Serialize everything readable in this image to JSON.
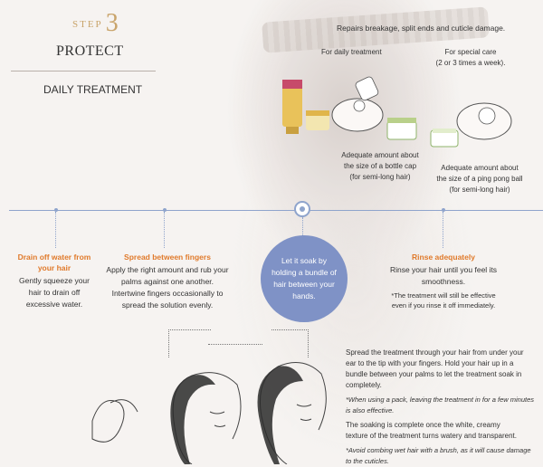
{
  "header": {
    "step_label": "STEP",
    "step_number": "3",
    "title": "PROTECT",
    "subtitle": "DAILY TREATMENT"
  },
  "top_info": {
    "headline": "Repairs breakage, split ends and cuticle damage.",
    "daily_label": "For daily treatment",
    "special_label_1": "For special care",
    "special_label_2": "(2 or 3 times a week).",
    "daily_amount_1": "Adequate amount about",
    "daily_amount_2": "the size of a bottle cap",
    "daily_amount_3": "(for semi-long hair)",
    "special_amount_1": "Adequate amount about",
    "special_amount_2": "the size of a ping pong ball",
    "special_amount_3": "(for semi-long hair)"
  },
  "steps": {
    "step1_title_1": "Drain off water from",
    "step1_title_2": "your hair",
    "step1_text_1": "Gently squeeze your",
    "step1_text_2": "hair to drain off",
    "step1_text_3": "excessive water.",
    "step2_title": "Spread between fingers",
    "step2_text_1": "Apply the right amount and rub your",
    "step2_text_2": "palms against one another.",
    "step2_text_3": "Intertwine fingers occasionally to",
    "step2_text_4": "spread the solution evenly.",
    "step3_text_1": "Let it soak by",
    "step3_text_2": "holding a bundle of",
    "step3_text_3": "hair between your",
    "step3_text_4": "hands.",
    "step4_title": "Rinse adequately",
    "step4_text_1": "Rinse your hair until you feel its",
    "step4_text_2": "smoothness.",
    "step4_note_1": "*The treatment will still be effective",
    "step4_note_2": "even if you rinse it off immediately."
  },
  "detail": {
    "p1_1": "Spread the treatment through your hair from under your",
    "p1_2": "ear to the tip with your fingers. Hold your hair up in a",
    "p1_3": "bundle between your palms to let the treatment soak in",
    "p1_4": "completely.",
    "note1_1": "*When using a pack, leaving the treatment in for a few minutes",
    "note1_2": "is also effective.",
    "p2_1": "The soaking is complete once the white, creamy",
    "p2_2": "texture of the treatment turns watery and transparent.",
    "note2_1": "*Avoid combing wet hair with a brush, as it will cause damage",
    "note2_2": "to the cuticles."
  },
  "colors": {
    "accent_gold": "#c9a46b",
    "accent_orange": "#e07a2b",
    "timeline_blue": "#8fa4cc",
    "circle_blue": "#7f92c6"
  }
}
